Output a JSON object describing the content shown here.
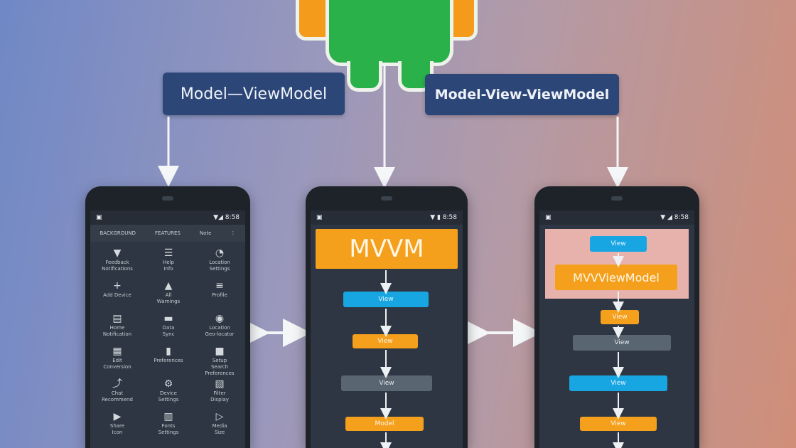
{
  "labels": {
    "left": "Model—ViewModel",
    "right": "Model-View-ViewModel"
  },
  "phones": {
    "left": {
      "status_right": "▼◢ 8:58",
      "tabs": [
        "BACKGROUND",
        "FEATURES",
        "Note",
        "⋮"
      ],
      "grid": [
        {
          "icon": "filter-icon",
          "glyph": "▼",
          "text": "Feedback\nNotifications"
        },
        {
          "icon": "list-icon",
          "glyph": "☰",
          "text": "Help\nInfo"
        },
        {
          "icon": "location-icon",
          "glyph": "◔",
          "text": "Location\nSettings"
        },
        {
          "icon": "plus-icon",
          "glyph": "+",
          "text": "Add Device"
        },
        {
          "icon": "warning-icon",
          "glyph": "▲",
          "text": "All\nWarnings"
        },
        {
          "icon": "menu-icon",
          "glyph": "≡",
          "text": "Profile"
        },
        {
          "icon": "file-icon",
          "glyph": "▤",
          "text": "Home\nNotification"
        },
        {
          "icon": "folder-icon",
          "glyph": "▬",
          "text": "Data\nSync"
        },
        {
          "icon": "pin-icon",
          "glyph": "◉",
          "text": "Location\nGeo-locator"
        },
        {
          "icon": "document-icon",
          "glyph": "▦",
          "text": "Edit\nConversion"
        },
        {
          "icon": "phone-icon",
          "glyph": "▮",
          "text": "Preferences"
        },
        {
          "icon": "page-icon",
          "glyph": "■",
          "text": "Setup\nSearch\nPreferences"
        },
        {
          "icon": "share-icon",
          "glyph": "⤴",
          "text": "Chat\nRecommend"
        },
        {
          "icon": "gear-icon",
          "glyph": "⚙",
          "text": "Device\nSettings"
        },
        {
          "icon": "clip-icon",
          "glyph": "▧",
          "text": "Filter\nDisplay"
        },
        {
          "icon": "pointer-icon",
          "glyph": "▶",
          "text": "Share\nIcon"
        },
        {
          "icon": "card-icon",
          "glyph": "▥",
          "text": "Fonts\nSettings"
        },
        {
          "icon": "play-icon",
          "glyph": "▷",
          "text": "Media\nSize"
        }
      ]
    },
    "middle": {
      "status_right": "▼ ▮ 8:58",
      "title": "MVVM",
      "boxes": [
        "View",
        "View",
        "View",
        "Model"
      ]
    },
    "right": {
      "status_right": "▼ ◢ 8:58",
      "header_box": "View",
      "viewmodel": "MVVViewModel",
      "boxes": [
        "View",
        "View",
        "View",
        "View"
      ]
    }
  }
}
